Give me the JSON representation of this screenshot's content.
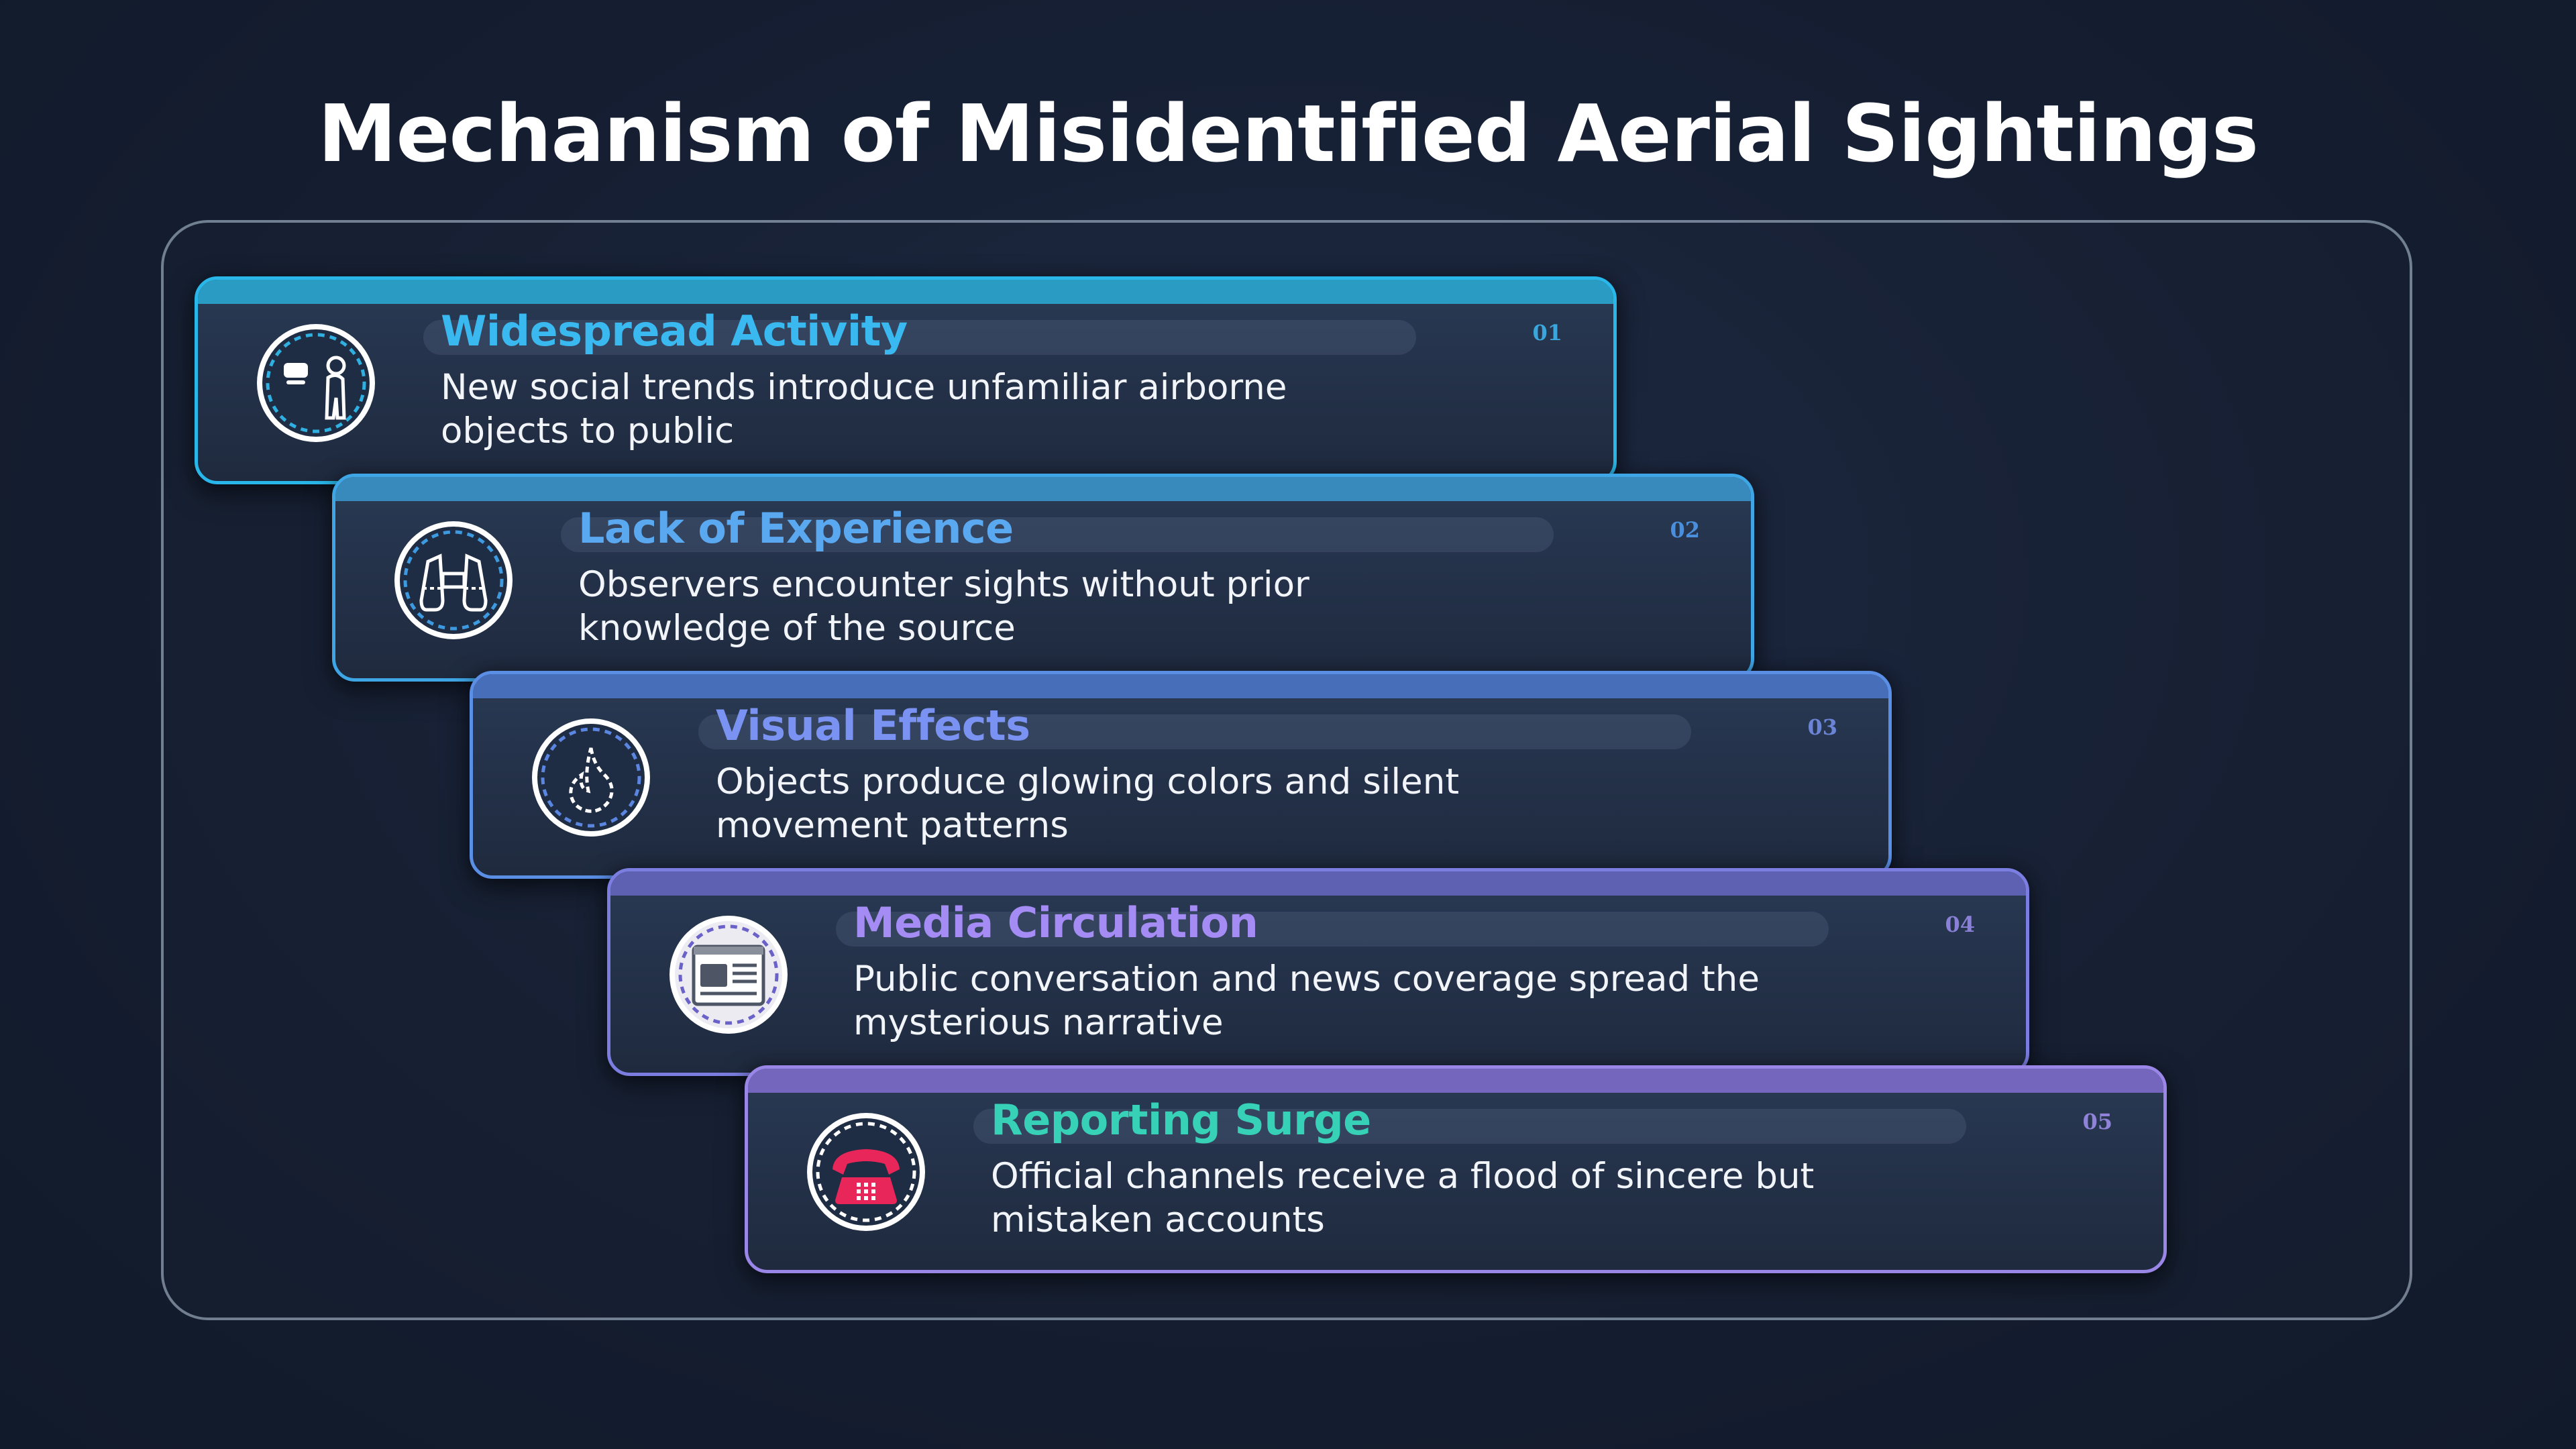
{
  "title": "Mechanism of Misidentified Aerial Sightings",
  "steps": [
    {
      "number": "01",
      "title": "Widespread Activity",
      "description": "New social trends introduce unfamiliar airborne objects to public",
      "icon": "person-with-drone-icon",
      "accent": "#29b6e8",
      "title_color": "#3ab8f0"
    },
    {
      "number": "02",
      "title": "Lack of Experience",
      "description": "Observers encounter sights without prior knowledge of the source",
      "icon": "binoculars-icon",
      "accent": "#3fa6e6",
      "title_color": "#5aa8f0"
    },
    {
      "number": "03",
      "title": "Visual Effects",
      "description": "Objects produce glowing colors and silent movement patterns",
      "icon": "glow-flame-icon",
      "accent": "#5b8fe6",
      "title_color": "#7a93f3"
    },
    {
      "number": "04",
      "title": "Media Circulation",
      "description": "Public conversation and news coverage spread the mysterious narrative",
      "icon": "newspaper-icon",
      "accent": "#7b7ee0",
      "title_color": "#a58cf5"
    },
    {
      "number": "05",
      "title": "Reporting Surge",
      "description": "Official channels receive a flood of sincere but mistaken accounts",
      "icon": "telephone-icon",
      "accent": "#9a86e6",
      "title_color": "#36d1b6"
    }
  ]
}
